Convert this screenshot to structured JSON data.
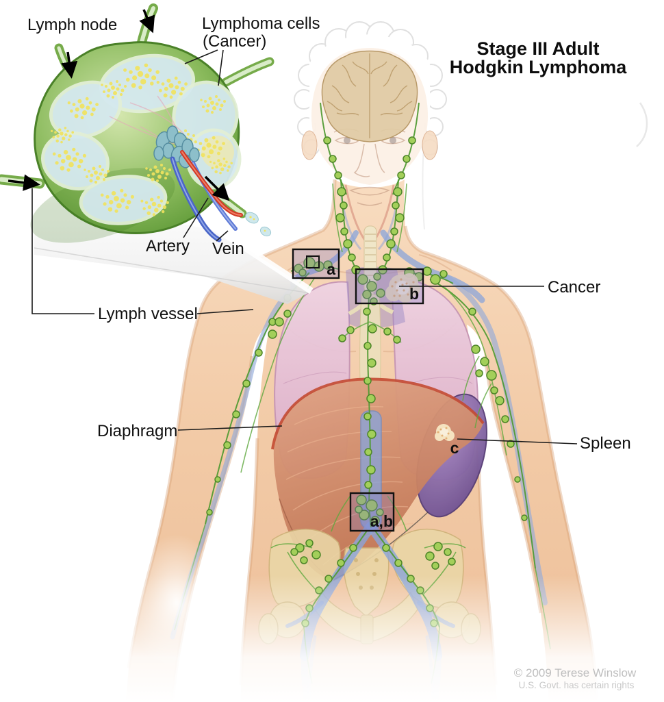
{
  "title": {
    "line1": "Stage III Adult",
    "line2": "Hodgkin Lymphoma"
  },
  "inset_labels": {
    "lymph_node": "Lymph node",
    "lymphoma_cells_line1": "Lymphoma cells",
    "lymphoma_cells_line2": "(Cancer)",
    "artery": "Artery",
    "vein": "Vein"
  },
  "figure_labels": {
    "lymph_vessel": "Lymph vessel",
    "cancer": "Cancer",
    "diaphragm": "Diaphragm",
    "spleen": "Spleen"
  },
  "region_markers": {
    "a": "a",
    "b": "b",
    "c": "c",
    "a_b": "a,b"
  },
  "credit": {
    "line1": "© 2009 Terese Winslow",
    "line2": "U.S. Govt. has certain rights"
  },
  "colors": {
    "lymph_node_green": "#7fb350",
    "lymphoma_cells_yellow": "#f1e35f",
    "artery_red": "#d13a26",
    "vein_blue": "#4a66c8",
    "lymphatic_green": "#4e9a31",
    "skin": "#f2cbaa",
    "lung_pink": "#e2b8d0",
    "diaphragm_salmon": "#cf8f6e",
    "spleen_purple": "#7c5d9e",
    "cancer_mass": "#f0ddb0",
    "marker_box_fill": "rgba(128,118,198,0.30)"
  }
}
